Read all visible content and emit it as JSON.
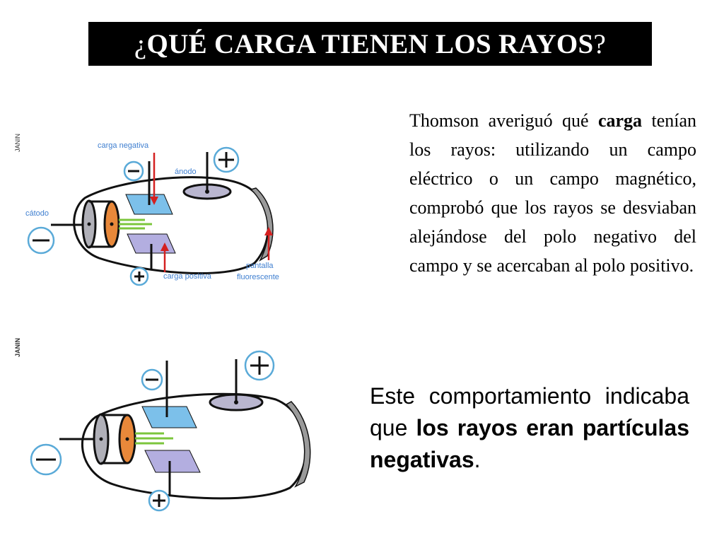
{
  "title": {
    "open_q": "¿",
    "main": "QUÉ CARGA TIENEN LOS RAYOS",
    "close_q": "?"
  },
  "paragraph1": {
    "pre": "Thomson averiguó qué ",
    "bold": "carga",
    "post": " tenían los rayos: utilizando un campo eléctrico o un campo magnético, comprobó que los rayos se desviaban alejándose del polo negativo del campo y se acercaban al polo positivo."
  },
  "paragraph2": {
    "pre": "Este comportamiento indicaba que ",
    "bold": "los rayos eran partículas negativas",
    "post": "."
  },
  "diagram1": {
    "credit": "JANIN",
    "label_carga_negativa": "carga negativa",
    "label_anodo": "ánodo",
    "label_catodo": "cátodo",
    "label_carga_positiva": "carga positiva",
    "label_pantalla_1": "pantalla",
    "label_pantalla_2": "fluorescente",
    "sign_minus": "−",
    "sign_plus": "+"
  },
  "diagram2": {
    "credit": "JANIN",
    "sign_minus": "−",
    "sign_plus": "+"
  },
  "colors": {
    "cyan_circle": "#5aaad8",
    "blue_plate": "#7cc0ea",
    "violet_plate": "#b3aee0",
    "orange_disk": "#e8883a",
    "grey_disk": "#b0b0b8",
    "anode_disk": "#b9b6cf",
    "ray_green": "#7cc63c",
    "arrow_red": "#d42020",
    "label_blue": "#3f7fd0"
  }
}
